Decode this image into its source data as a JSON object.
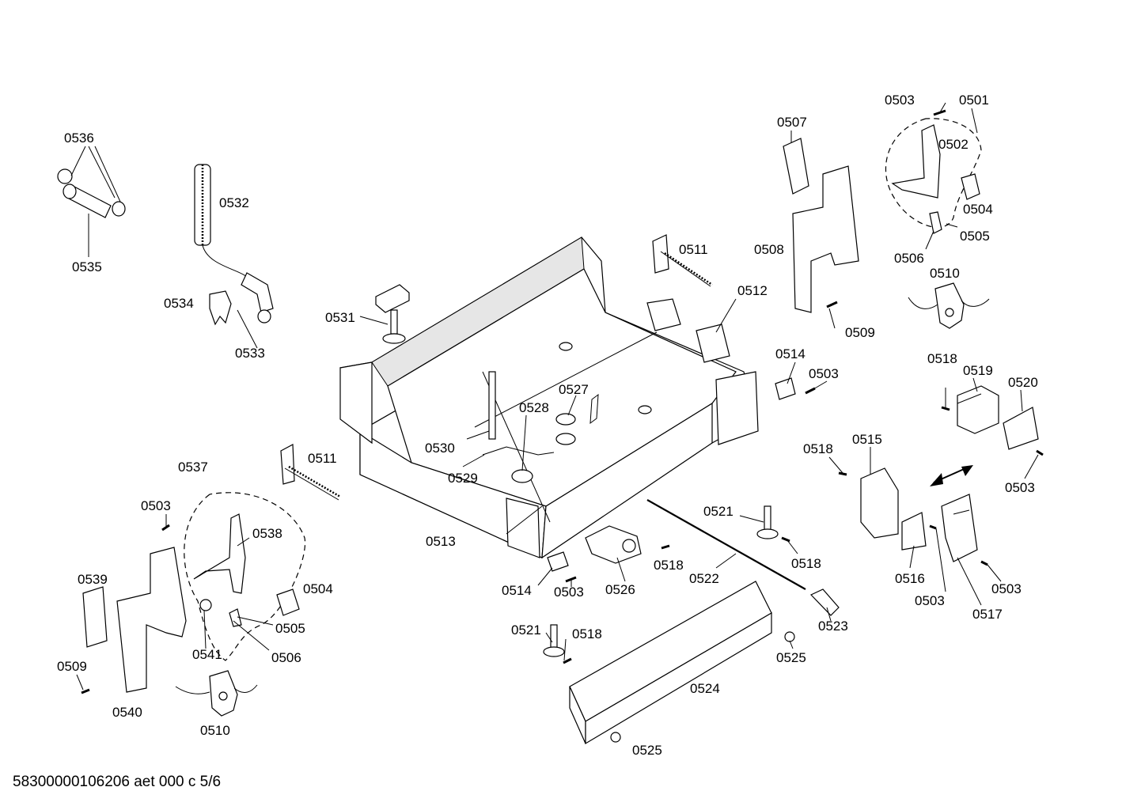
{
  "footer": "58300000106206 aet 000 c 5/6",
  "labels": {
    "l0501": "0501",
    "l0502": "0502",
    "l0503a": "0503",
    "l0503b": "0503",
    "l0503c": "0503",
    "l0503d": "0503",
    "l0503e": "0503",
    "l0503f": "0503",
    "l0503g": "0503",
    "l0504a": "0504",
    "l0504b": "0504",
    "l0505a": "0505",
    "l0505b": "0505",
    "l0506a": "0506",
    "l0506b": "0506",
    "l0507": "0507",
    "l0508": "0508",
    "l0509a": "0509",
    "l0509b": "0509",
    "l0510a": "0510",
    "l0510b": "0510",
    "l0511a": "0511",
    "l0511b": "0511",
    "l0512": "0512",
    "l0513": "0513",
    "l0514a": "0514",
    "l0514b": "0514",
    "l0515": "0515",
    "l0516": "0516",
    "l0517": "0517",
    "l0518a": "0518",
    "l0518b": "0518",
    "l0518c": "0518",
    "l0518d": "0518",
    "l0518e": "0518",
    "l0519": "0519",
    "l0520": "0520",
    "l0521a": "0521",
    "l0521b": "0521",
    "l0522": "0522",
    "l0523": "0523",
    "l0524": "0524",
    "l0525a": "0525",
    "l0525b": "0525",
    "l0526": "0526",
    "l0527": "0527",
    "l0528": "0528",
    "l0529": "0529",
    "l0530": "0530",
    "l0531": "0531",
    "l0532": "0532",
    "l0533": "0533",
    "l0534": "0534",
    "l0535": "0535",
    "l0536": "0536",
    "l0537": "0537",
    "l0538": "0538",
    "l0539": "0539",
    "l0540": "0540",
    "l0541": "0541"
  }
}
